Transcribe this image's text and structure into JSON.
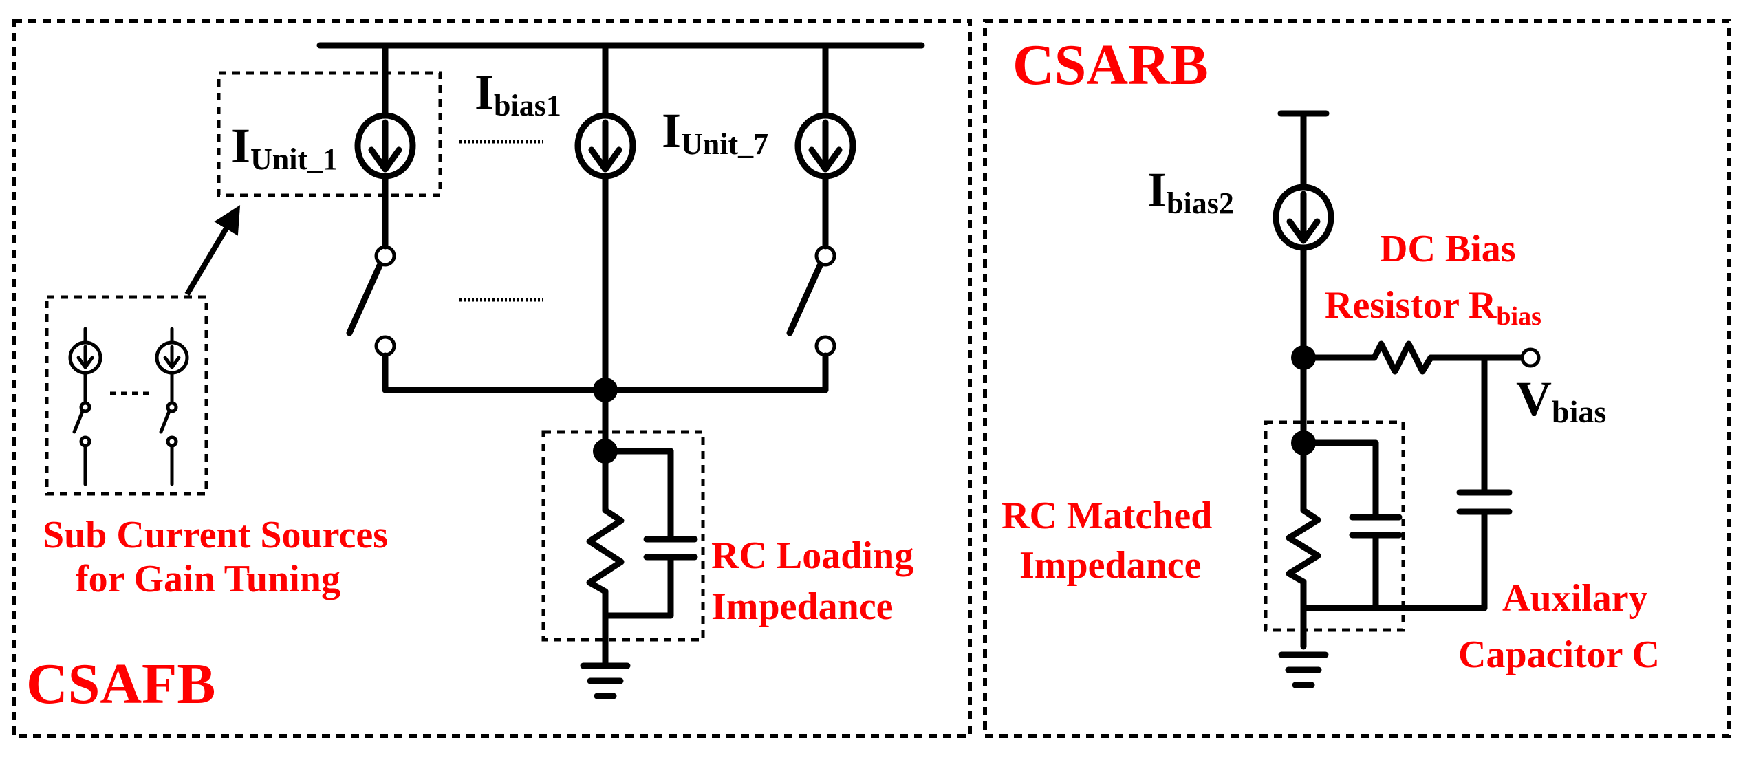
{
  "left_panel": {
    "title": "CSAFB",
    "bias_label": {
      "main": "I",
      "sub": "bias1"
    },
    "unit1_label": {
      "main": "I",
      "sub": "Unit_1"
    },
    "unit7_label": {
      "main": "I",
      "sub": "Unit_7"
    },
    "sub_sources_caption": [
      "Sub Current Sources",
      "for Gain Tuning"
    ],
    "rc_loading_caption": [
      "RC Loading",
      "Impedance"
    ]
  },
  "right_panel": {
    "title": "CSARB",
    "bias_label": {
      "main": "I",
      "sub": "bias2"
    },
    "dc_bias_caption": {
      "line1": "DC Bias",
      "line2_main": "Resistor R",
      "line2_sub": "bias"
    },
    "vbias_label": {
      "main": "V",
      "sub": "bias"
    },
    "rc_matched_caption": [
      "RC Matched",
      "Impedance"
    ],
    "aux_cap_caption": [
      "Auxilary",
      "Capacitor C"
    ]
  },
  "colors": {
    "label_red": "#ff0000",
    "wire": "#000000"
  }
}
